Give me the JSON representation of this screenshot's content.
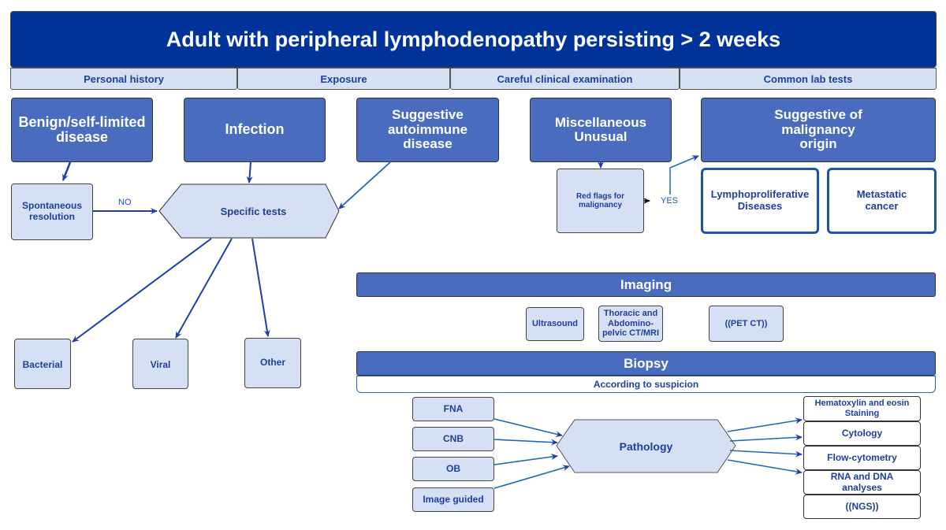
{
  "title": "Adult with peripheral lymphodenopathy persisting > 2 weeks",
  "subheaders": [
    "Personal history",
    "Exposure",
    "Careful clinical examination",
    "Common lab tests"
  ],
  "categories": {
    "benign": "Benign/self-limited disease",
    "infection": "Infection",
    "autoimmune": "Suggestive autoimmune disease",
    "misc": "Miscellaneous Unusual",
    "malignancy": "Suggestive of malignancy origin"
  },
  "spontaneous_resolution": "Spontaneous resolution",
  "no_label": "NO",
  "yes_label": "YES",
  "specific_tests": "Specific tests",
  "red_flags": "Red flags for malignancy",
  "malignancy_types": [
    "Lymphoproliferative Diseases",
    "Metastatic cancer"
  ],
  "infection_types": [
    "Bacterial",
    "Viral",
    "Other"
  ],
  "imaging": {
    "header": "Imaging",
    "items": [
      "Ultrasound",
      "Thoracic and Abdomino-pelvic CT/MRI",
      "((PET CT))"
    ]
  },
  "biopsy": {
    "header": "Biopsy",
    "subtitle": "According to suspicion",
    "methods": [
      "FNA",
      "CNB",
      "OB",
      "Image guided"
    ],
    "center": "Pathology",
    "analyses": [
      "Hematoxylin and eosin Staining",
      "Cytology",
      "Flow-cytometry",
      "RNA and DNA analyses",
      "((NGS))"
    ]
  },
  "colors": {
    "title_bg": "#003399",
    "category_bg": "#4a6cbf",
    "light_bg": "#d6e0f5",
    "text_dark_blue": "#1f3f99",
    "arrow_blue": "#1f55a8"
  }
}
